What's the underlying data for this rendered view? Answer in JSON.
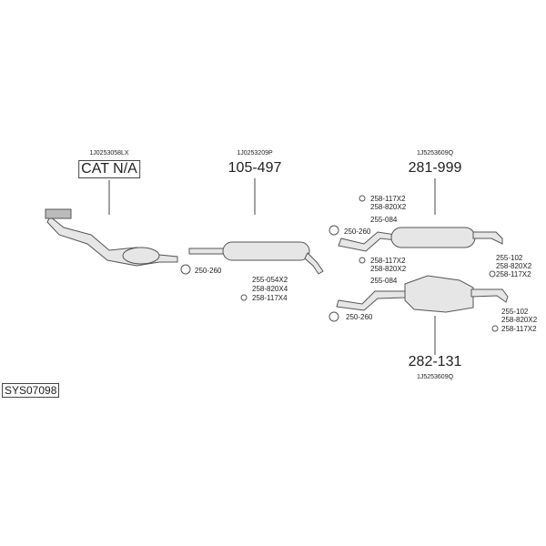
{
  "diagram_id": "SYS07098",
  "parts": [
    {
      "oe": "1J0253058LX",
      "number": "CAT N/A"
    },
    {
      "oe": "1J0253209P",
      "number": "105-497"
    },
    {
      "oe": "1J5253609Q",
      "number": "281-999"
    },
    {
      "oe": "1J5253609Q",
      "number": "282-131"
    }
  ],
  "fittings": {
    "cat_clamp": "250-260",
    "mid": [
      "255-054X2",
      "258-820X4",
      "258-117X4"
    ],
    "rear1_front": [
      "258-117X2",
      "258-820X2",
      "255-084",
      "250-260"
    ],
    "rear1_back": [
      "255-102",
      "258-820X2",
      "258-117X2"
    ],
    "rear2_front": [
      "258-117X2",
      "258-820X2",
      "255-084",
      "250-260"
    ],
    "rear2_back": [
      "255-102",
      "258-820X2",
      "258-117X2"
    ]
  }
}
